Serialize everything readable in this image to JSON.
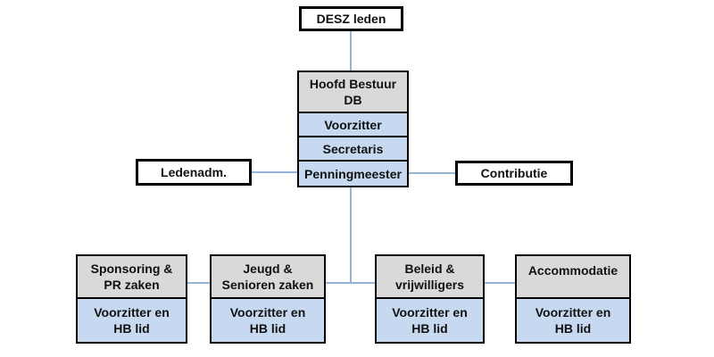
{
  "diagram": {
    "top_box": {
      "label": "DESZ leden"
    },
    "board": {
      "header": "Hoofd Bestuur\nDB",
      "roles": [
        "Voorzitter",
        "Secretaris",
        "Penningmeester"
      ]
    },
    "left_box": {
      "label": "Ledenadm."
    },
    "right_box": {
      "label": "Contributie"
    },
    "departments": [
      {
        "title": "Sponsoring &\nPR zaken",
        "members": "Voorzitter en\nHB lid"
      },
      {
        "title": "Jeugd &\nSenioren zaken",
        "members": "Voorzitter en\nHB lid"
      },
      {
        "title": "Beleid &\nvrijwilligers",
        "members": "Voorzitter en\nHB lid"
      },
      {
        "title": "Accommodatie",
        "members": "Voorzitter en\nHB lid"
      }
    ],
    "colors": {
      "header_fill": "#d9d9d9",
      "role_fill": "#c6d9f0",
      "connector": "#95b3d7",
      "border": "#000000",
      "background": "#ffffff"
    }
  }
}
